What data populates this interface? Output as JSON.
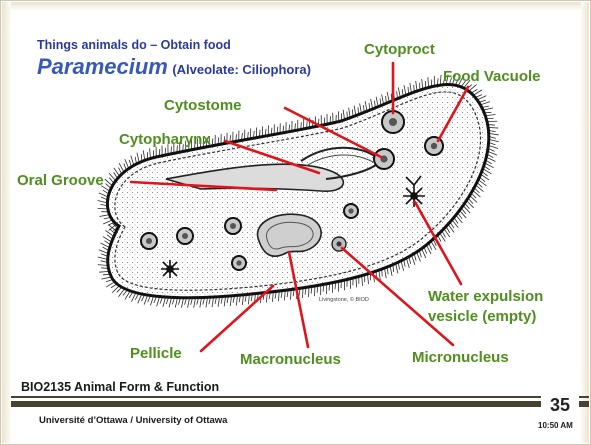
{
  "slide": {
    "heading": "Things animals do – Obtain food",
    "title_organism": "Paramecium",
    "title_classification": "(Alveolate: Ciliophora)",
    "course": "BIO2135 Animal Form & Function",
    "university": "Université d’Ottawa / University of Ottawa",
    "slide_number": "35",
    "timestamp": "10:50 AM"
  },
  "labels": {
    "cytoproct": "Cytoproct",
    "food_vacuole": "Food Vacuole",
    "cytostome": "Cytostome",
    "cytopharynx": "Cytopharynx",
    "oral_groove": "Oral Groove",
    "water_expulsion_line1": "Water expulsion",
    "water_expulsion_line2": "vesicle (empty)",
    "pellicle": "Pellicle",
    "macronucleus": "Macronucleus",
    "micronucleus": "Micronucleus"
  },
  "image_credit": "Livingstone, © BIOD",
  "colors": {
    "label_green": "#4f8f1e",
    "title_blue": "#3859b8",
    "heading_blue": "#2a3a9e",
    "pointer_red": "#e0141b",
    "frame_dark": "#474232",
    "frame_light": "#e9e4cf"
  }
}
